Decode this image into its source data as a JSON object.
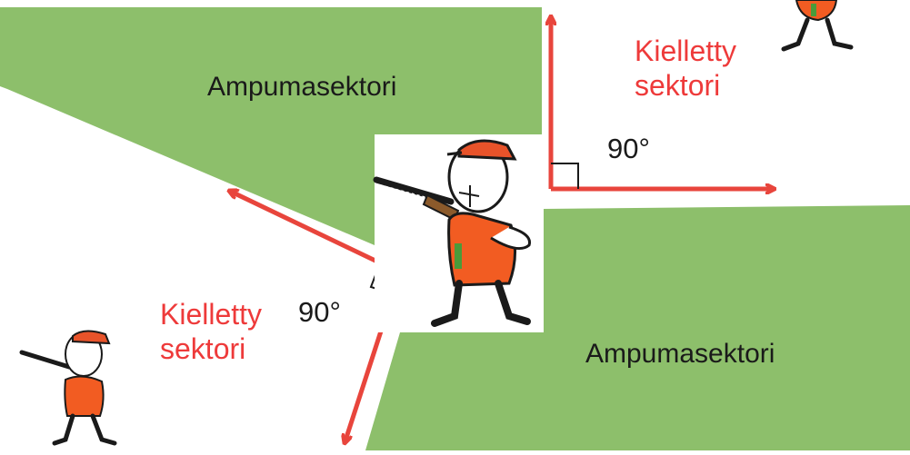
{
  "diagram": {
    "top_sector_label": "Ampumasektori",
    "bottom_sector_label": "Ampumasektori",
    "right_forbidden_label": "Kielletty\nsektori",
    "left_forbidden_label": "Kielletty\nsektori",
    "right_angle_label": "90°",
    "left_angle_label": "90°"
  },
  "colors": {
    "sector_fill": "#8dbf6b",
    "arrow": "#e8453c",
    "forbidden_text": "#ee3a3a",
    "vest": "#f25c22",
    "cap": "#e8532a"
  },
  "icons": {
    "hunter": "hunter-with-rifle-icon"
  }
}
